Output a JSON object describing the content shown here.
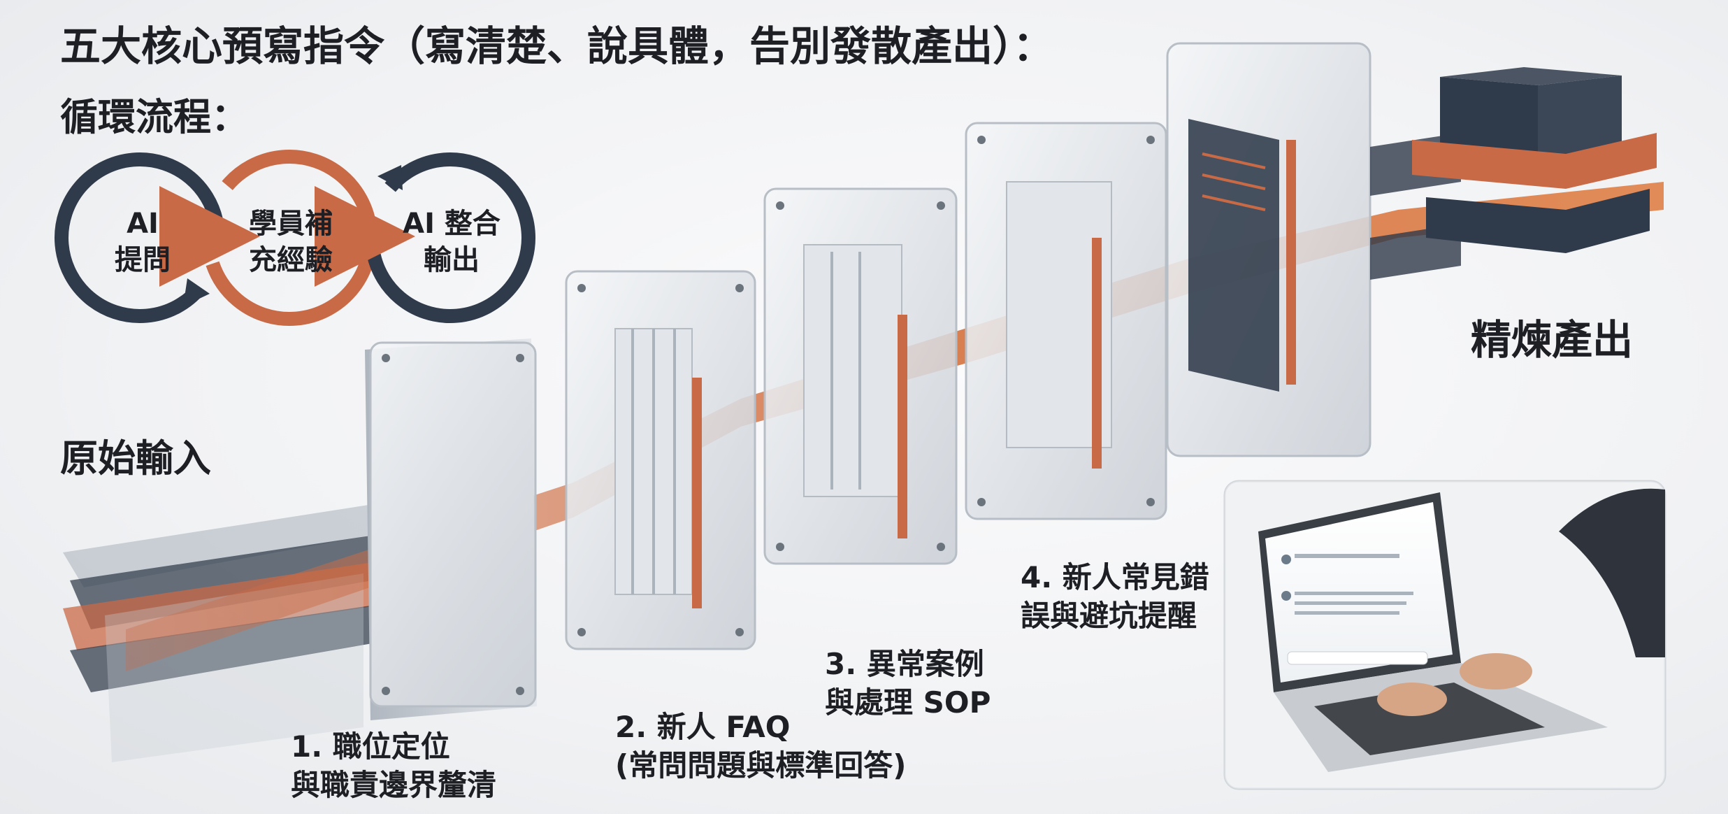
{
  "title": "五大核心預寫指令（寫清楚、說具體，告別發散產出）：",
  "cycle": {
    "label": "循環流程：",
    "steps": [
      "AI\n提問",
      "學員補\n充經驗",
      "AI 整合\n輸出"
    ]
  },
  "input_label": "原始輸入",
  "output_label": "精煉產出",
  "stages": [
    "1. 職位定位\n與職責邊界釐清",
    "2. 新人 FAQ\n(常問問題與標準回答)",
    "3. 異常案例\n與處理 SOP",
    "4. 新人常見錯\n誤與避坑提醒"
  ],
  "colors": {
    "accent": "#c96a47",
    "navy": "#2f3a4a",
    "glass": "#dfe3e8"
  }
}
